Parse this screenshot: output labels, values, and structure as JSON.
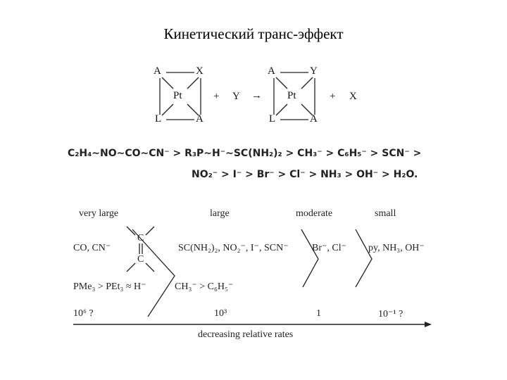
{
  "title": "Кинетический транс-эффект",
  "reaction": {
    "left": {
      "top_left": "A",
      "top_right": "X",
      "center": "Pt",
      "bottom_left": "L",
      "bottom_right": "A"
    },
    "plus1": "+",
    "reagent": "Y",
    "arrow": "→",
    "right": {
      "top_left": "A",
      "top_right": "Y",
      "center": "Pt",
      "bottom_left": "L",
      "bottom_right": "A"
    },
    "plus2": "+",
    "product": "X"
  },
  "series": {
    "line1": "C₂H₄∼NO∼CO∼CN⁻ > R₃P∼H⁻∼SC(NH₂)₂ > CH₃⁻ > C₆H₅⁻ > SCN⁻ >",
    "line2": "NO₂⁻ > I⁻ > Br⁻ > Cl⁻ > NH₃ > OH⁻ > H₂O."
  },
  "table": {
    "headers": [
      "very large",
      "large",
      "moderate",
      "small"
    ],
    "col1_row1": "CO, CN⁻",
    "alkene_c_top": "C",
    "alkene_c_bottom": "C",
    "col1_row2": "PMe₃ > PEt₃ ≈ H⁻",
    "col2_row1": "SC(NH₂)₂, NO₂⁻, I⁻, SCN⁻",
    "col2_row2": "CH₃⁻ > C₆H₅⁻",
    "col3_row1": "Br⁻, Cl⁻",
    "col4_row1": "py, NH₃, OH⁻",
    "rates": [
      "10⁶ ?",
      "10³",
      "1",
      "10⁻¹ ?"
    ],
    "axis_label": "decreasing relative rates"
  }
}
